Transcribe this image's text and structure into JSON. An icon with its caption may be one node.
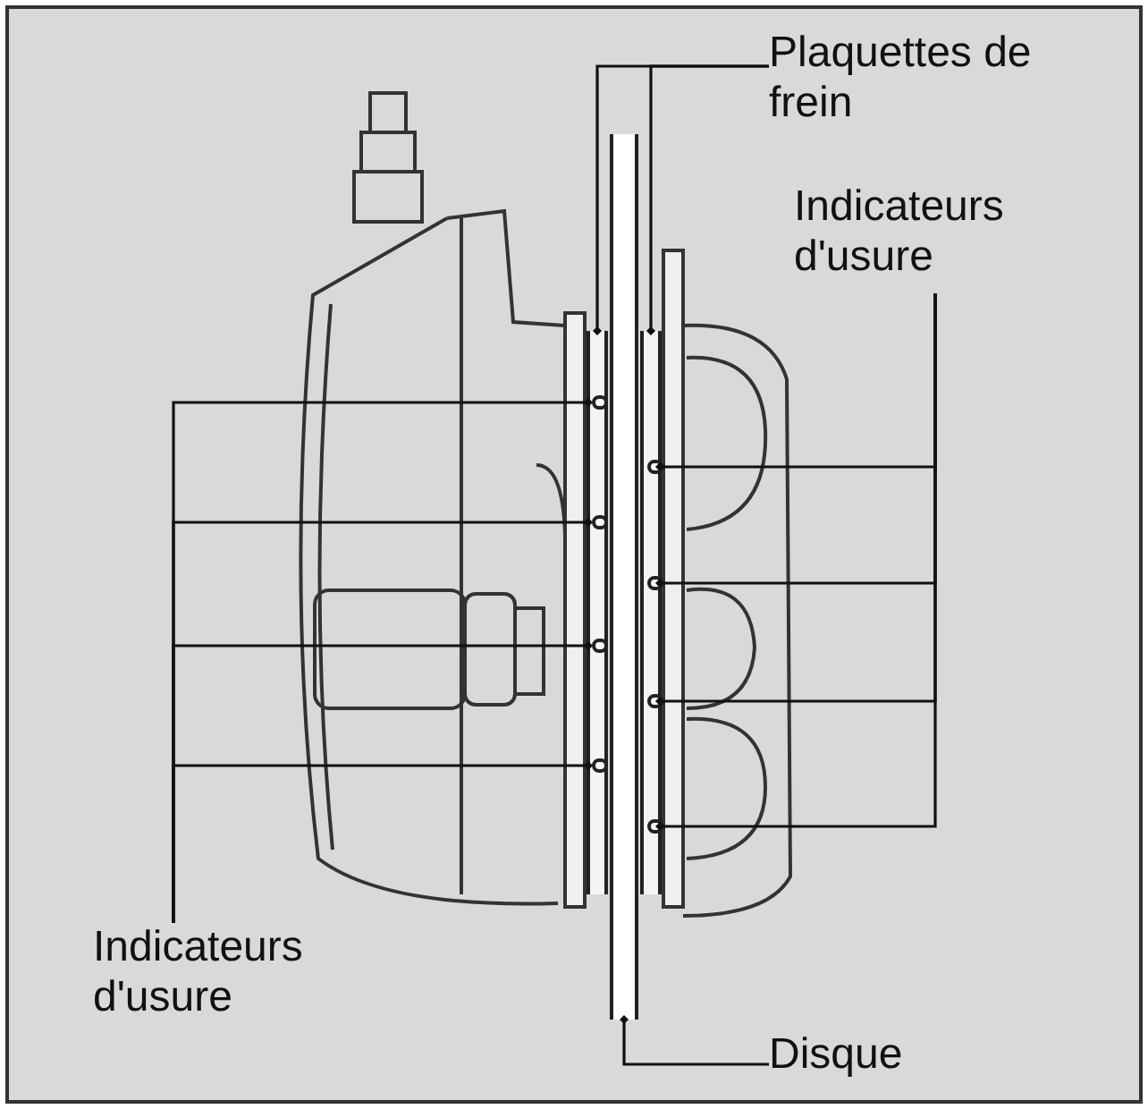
{
  "diagram": {
    "nodes": [
      {
        "text": [
          "Plaquettes de frein"
        ]
      },
      {
        "text": [
          "Indicateurs d'usure"
        ]
      },
      {
        "text": [
          "Indicateurs d'usure"
        ]
      },
      {
        "text": [
          "Disque"
        ]
      },
      {
        "text": [],
        "shape": "bar"
      },
      {
        "text": [],
        "shape": "bar"
      },
      {
        "text": [],
        "shape": "bar"
      },
      {
        "text": [],
        "shape": "box",
        "in": 4
      },
      {
        "text": [],
        "shape": "box",
        "in": 4
      },
      {
        "text": [],
        "shape": "box",
        "in": 4
      },
      {
        "text": [],
        "shape": "box",
        "in": 4
      },
      {
        "text": [],
        "shape": "box",
        "in": 6
      },
      {
        "text": [],
        "shape": "box",
        "in": 6
      },
      {
        "text": [],
        "shape": "box",
        "in": 6
      },
      {
        "text": [],
        "shape": "box",
        "in": 6
      }
    ],
    "edges": [
      {
        "from": 0,
        "to": 4,
        "arrow": "other"
      },
      {
        "from": 0,
        "to": 6,
        "arrow": "other"
      },
      {
        "from": 1,
        "to": 11,
        "arrow": "other"
      },
      {
        "from": 1,
        "to": 12,
        "arrow": "other"
      },
      {
        "from": 1,
        "to": 13,
        "arrow": "other"
      },
      {
        "from": 1,
        "to": 14,
        "arrow": "other"
      },
      {
        "from": 2,
        "to": 7,
        "arrow": "other"
      },
      {
        "from": 2,
        "to": 8,
        "arrow": "other"
      },
      {
        "from": 2,
        "to": 9,
        "arrow": "other"
      },
      {
        "from": 2,
        "to": 10,
        "arrow": "other"
      },
      {
        "from": 3,
        "to": 5,
        "arrow": "other"
      }
    ]
  }
}
